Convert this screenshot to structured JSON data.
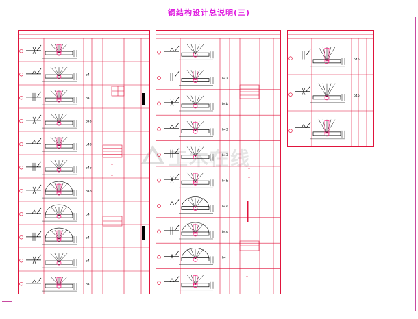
{
  "title": "钢结构设计总说明(三)",
  "watermark": "工木在线",
  "colors": {
    "line": "#e0143c",
    "symbol": "#000000",
    "accent": "#0000cc",
    "title": "#e020e0",
    "pink": "#ff2080"
  },
  "panels": [
    {
      "rows": 11,
      "type": "main",
      "codes": [
        "",
        "b4",
        "b4",
        "b43",
        "b43",
        "b4b",
        "b4b",
        "b4",
        "b4",
        "b4",
        "b4"
      ]
    },
    {
      "rows": 10,
      "type": "main",
      "codes": [
        "",
        "b42",
        "b4b",
        "b43",
        "b43",
        "b4b",
        "b4s",
        "b4s",
        "b4",
        "",
        ""
      ]
    },
    {
      "rows": 3,
      "type": "side",
      "codes": [
        "b4b",
        "b4b",
        ""
      ]
    }
  ],
  "icons": [
    "weld-symbol-icon",
    "bevel-detail-icon",
    "row-circle-icon"
  ]
}
